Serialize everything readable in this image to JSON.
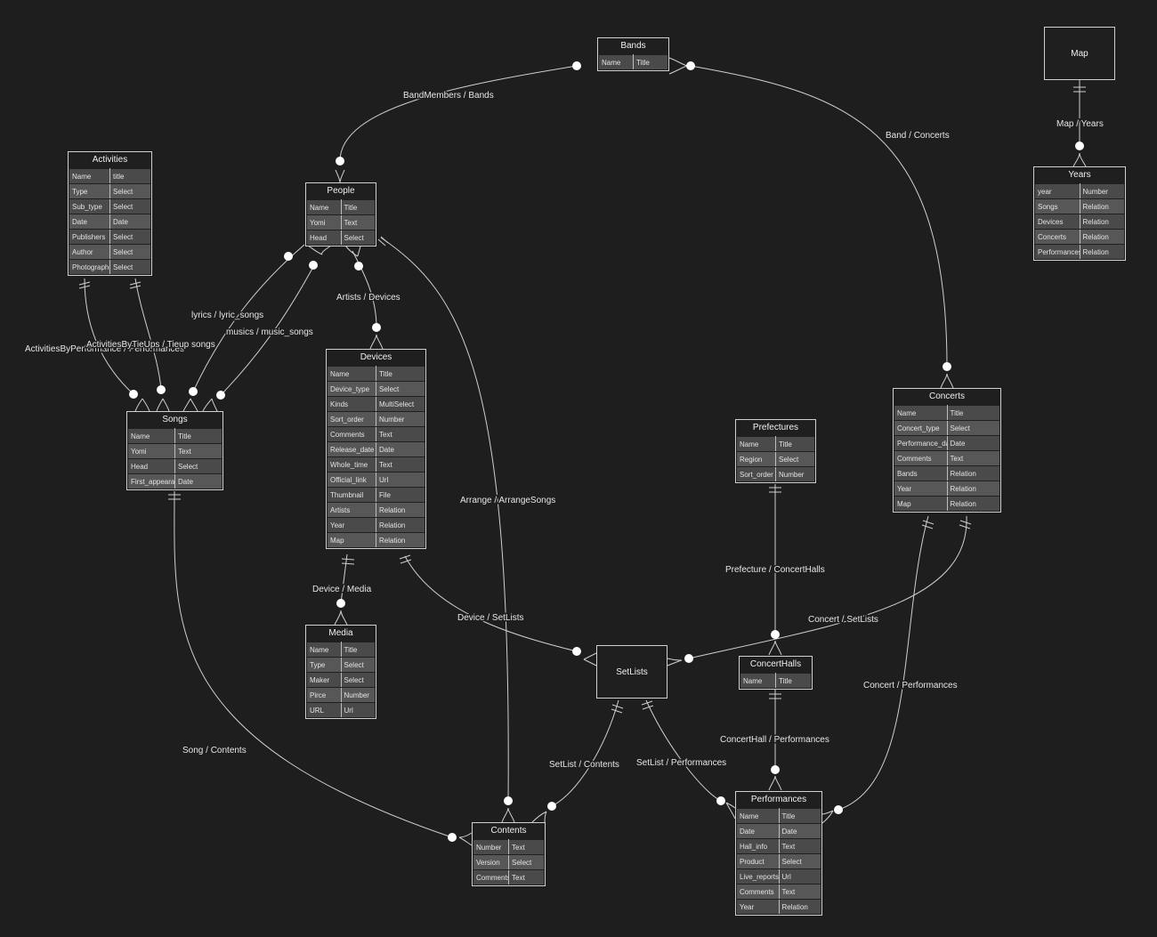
{
  "entities": {
    "bands": {
      "title": "Bands",
      "fields": [
        [
          "Name",
          "Title"
        ]
      ]
    },
    "map": {
      "title": "Map",
      "fields": []
    },
    "years": {
      "title": "Years",
      "fields": [
        [
          "year",
          "Number"
        ],
        [
          "Songs",
          "Relation"
        ],
        [
          "Devices",
          "Relation"
        ],
        [
          "Concerts",
          "Relation"
        ],
        [
          "Performances",
          "Relation"
        ]
      ]
    },
    "activities": {
      "title": "Activities",
      "fields": [
        [
          "Name",
          "title"
        ],
        [
          "Type",
          "Select"
        ],
        [
          "Sub_type",
          "Select"
        ],
        [
          "Date",
          "Date"
        ],
        [
          "Publishers",
          "Select"
        ],
        [
          "Author",
          "Select"
        ],
        [
          "Photographer",
          "Select"
        ]
      ]
    },
    "people": {
      "title": "People",
      "fields": [
        [
          "Name",
          "Title"
        ],
        [
          "Yomi",
          "Text"
        ],
        [
          "Head",
          "Select"
        ]
      ]
    },
    "songs": {
      "title": "Songs",
      "fields": [
        [
          "Name",
          "Title"
        ],
        [
          "Yomi",
          "Text"
        ],
        [
          "Head",
          "Select"
        ],
        [
          "First_appearance",
          "Date"
        ]
      ]
    },
    "devices": {
      "title": "Devices",
      "fields": [
        [
          "Name",
          "Title"
        ],
        [
          "Device_type",
          "Select"
        ],
        [
          "Kinds",
          "MultiSelect"
        ],
        [
          "Sort_order",
          "Number"
        ],
        [
          "Comments",
          "Text"
        ],
        [
          "Release_date",
          "Date"
        ],
        [
          "Whole_time",
          "Text"
        ],
        [
          "Official_link",
          "Url"
        ],
        [
          "Thumbnail",
          "File"
        ],
        [
          "Artists",
          "Relation"
        ],
        [
          "Year",
          "Relation"
        ],
        [
          "Map",
          "Relation"
        ]
      ]
    },
    "media": {
      "title": "Media",
      "fields": [
        [
          "Name",
          "Title"
        ],
        [
          "Type",
          "Select"
        ],
        [
          "Maker",
          "Select"
        ],
        [
          "Pirce",
          "Number"
        ],
        [
          "URL",
          "Url"
        ]
      ]
    },
    "prefectures": {
      "title": "Prefectures",
      "fields": [
        [
          "Name",
          "Title"
        ],
        [
          "Region",
          "Select"
        ],
        [
          "Sort_order",
          "Number"
        ]
      ]
    },
    "concerts": {
      "title": "Concerts",
      "fields": [
        [
          "Name",
          "Title"
        ],
        [
          "Concert_type",
          "Select"
        ],
        [
          "Performance_date",
          "Date"
        ],
        [
          "Comments",
          "Text"
        ],
        [
          "Bands",
          "Relation"
        ],
        [
          "Year",
          "Relation"
        ],
        [
          "Map",
          "Relation"
        ]
      ]
    },
    "setlists": {
      "title": "SetLists",
      "fields": []
    },
    "concerthalls": {
      "title": "ConcertHalls",
      "fields": [
        [
          "Name",
          "Title"
        ]
      ]
    },
    "contents": {
      "title": "Contents",
      "fields": [
        [
          "Number",
          "Text"
        ],
        [
          "Version",
          "Select"
        ],
        [
          "Comments",
          "Text"
        ]
      ]
    },
    "performances": {
      "title": "Performances",
      "fields": [
        [
          "Name",
          "Title"
        ],
        [
          "Date",
          "Date"
        ],
        [
          "Hall_info",
          "Text"
        ],
        [
          "Product",
          "Select"
        ],
        [
          "Live_reports",
          "Url"
        ],
        [
          "Comments",
          "Text"
        ],
        [
          "Year",
          "Relation"
        ]
      ]
    }
  },
  "relations": [
    "BandMembers / Bands",
    "Band / Concerts",
    "Map / Years",
    "lyrics / lyric_songs",
    "musics / music_songs",
    "ActivitiesByPerformance / Performances",
    "ActivitiesByTieUps / Tieup songs",
    "Artists / Devices",
    "Arrange / ArrangeSongs",
    "Device / Media",
    "Device / SetLists",
    "Prefecture / ConcertHalls",
    "Concert / SetLists",
    "Concert / Performances",
    "Song / Contents",
    "ConcertHall / Performances",
    "SetList / Contents",
    "SetList / Performances"
  ]
}
